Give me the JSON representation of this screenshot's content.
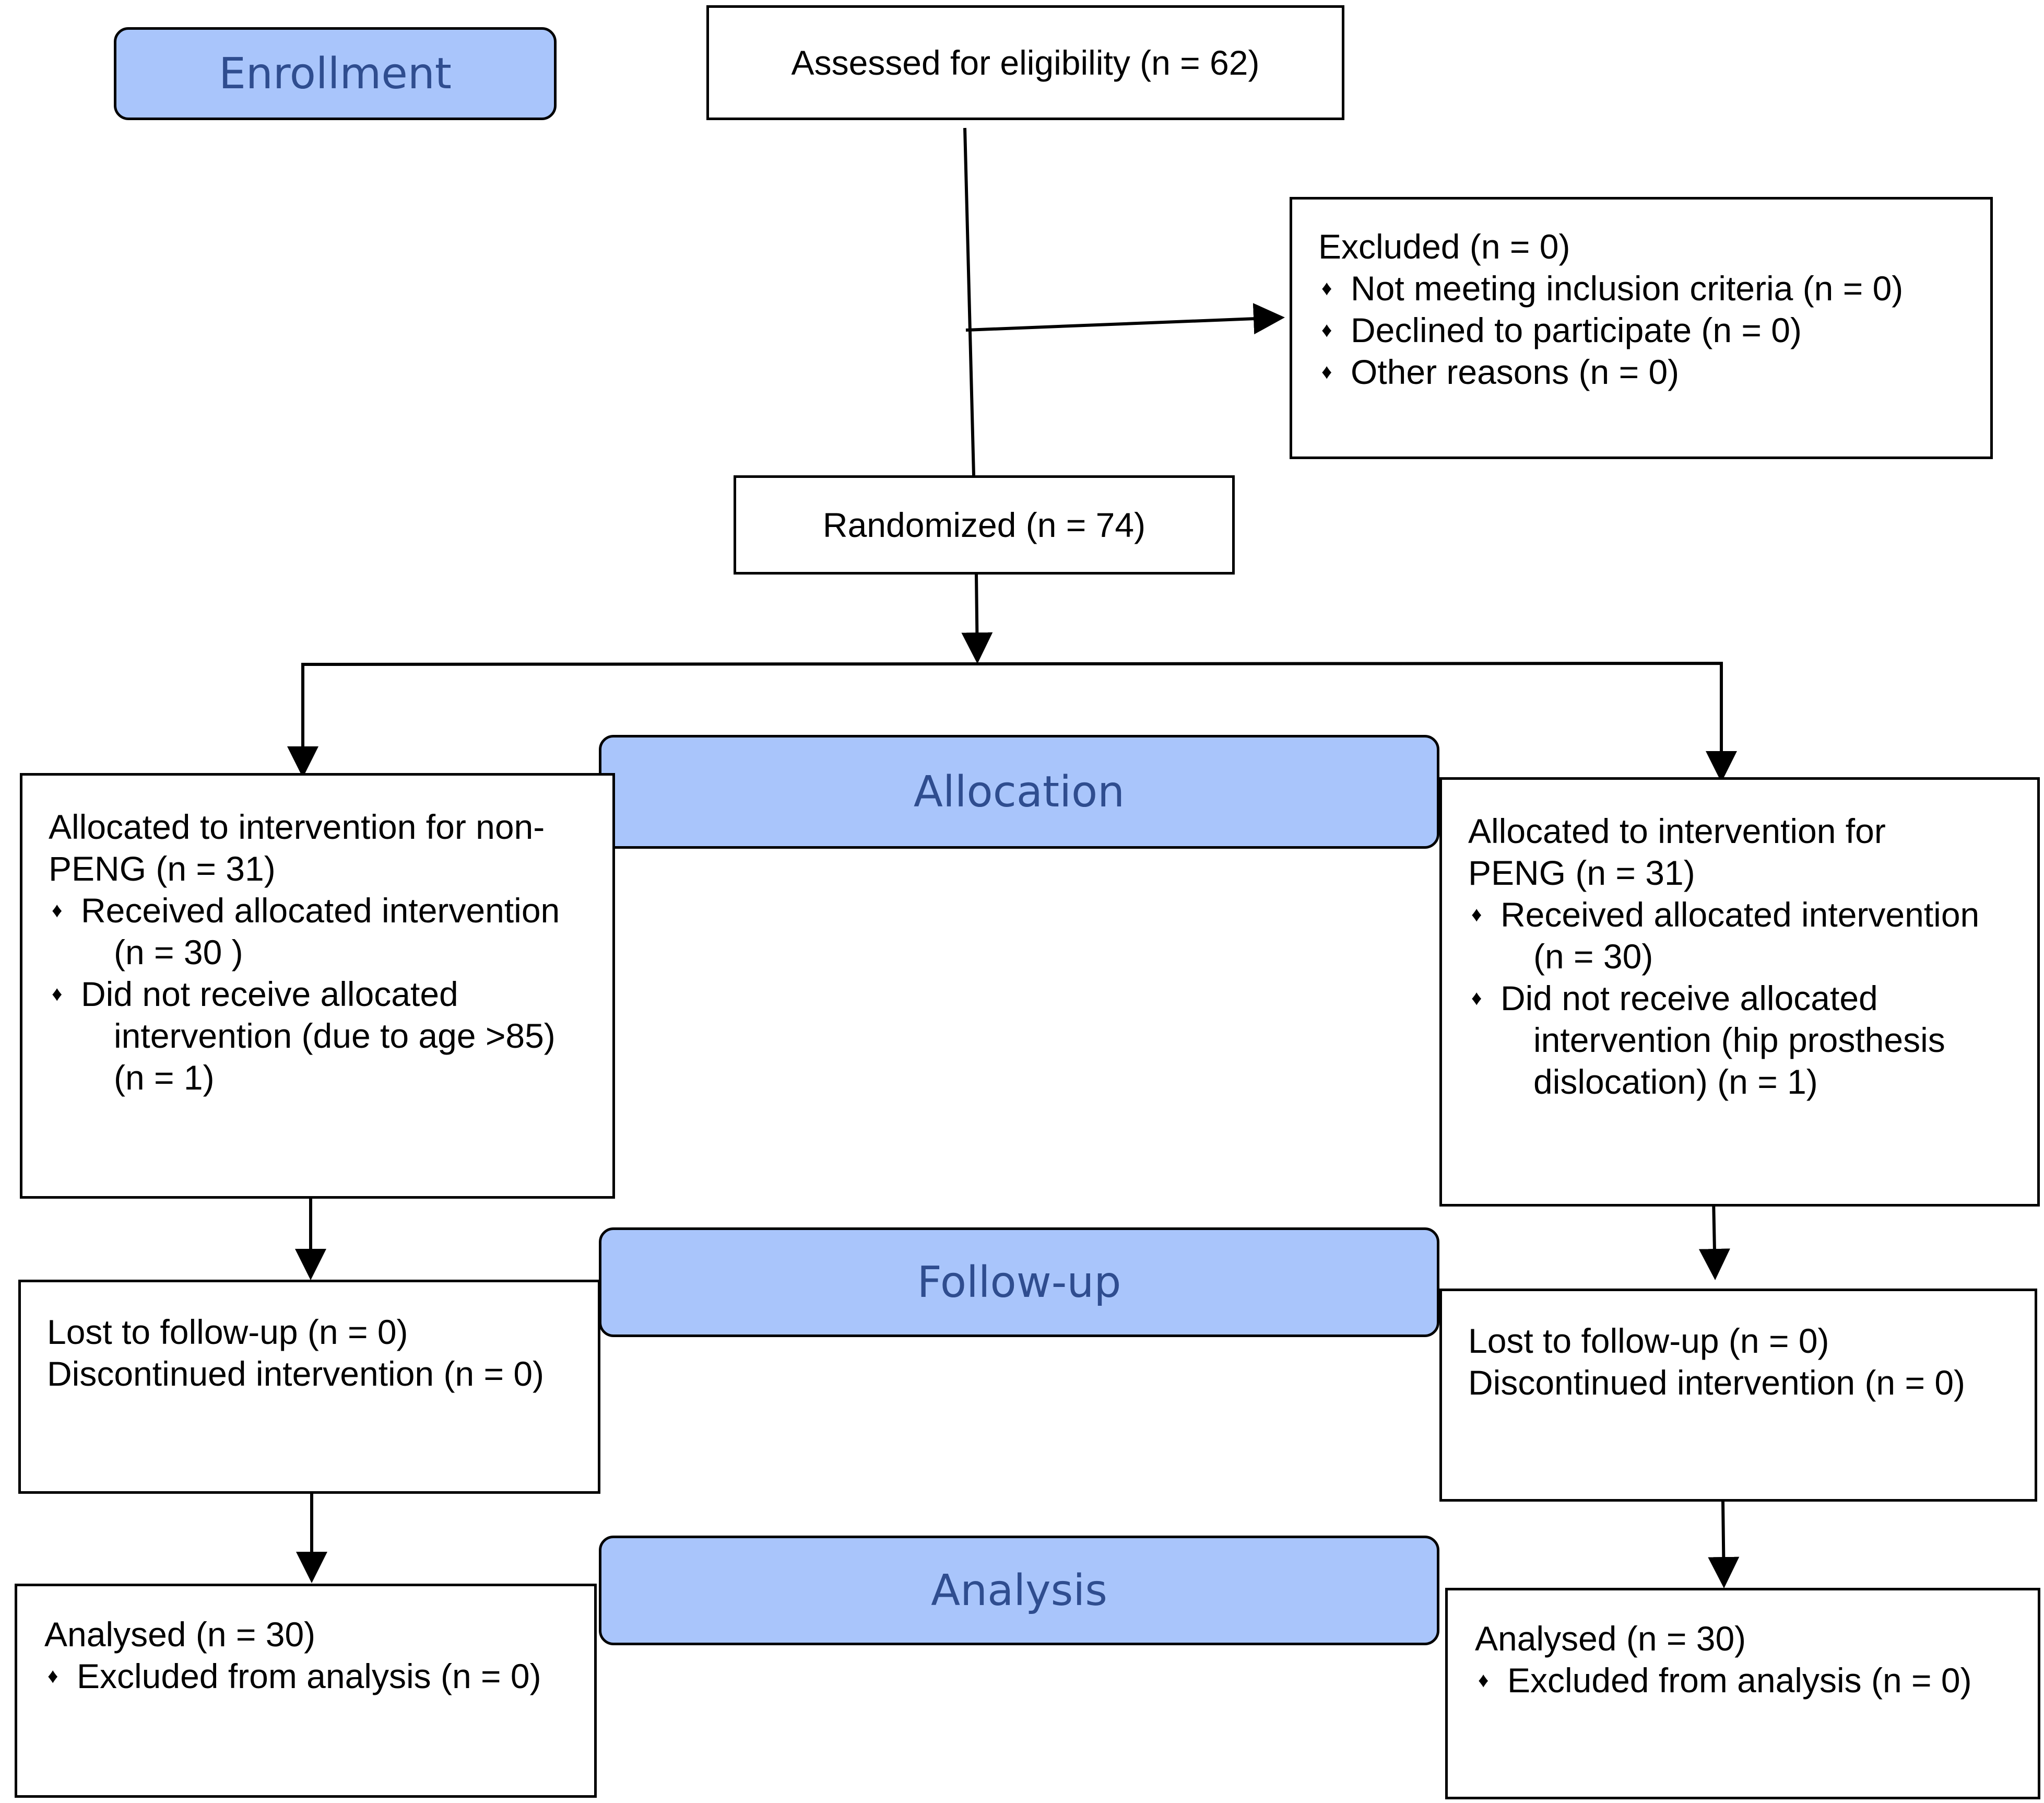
{
  "stages": {
    "enrollment": "Enrollment",
    "allocation": "Allocation",
    "follow_up": "Follow-up",
    "analysis": "Analysis"
  },
  "assessed": "Assessed for eligibility (n = 62)",
  "excluded": {
    "title": "Excluded (n = 0)",
    "items": [
      "Not meeting inclusion criteria (n = 0)",
      "Declined to participate (n = 0)",
      "Other reasons (n = 0)"
    ]
  },
  "randomized": "Randomized (n = 74)",
  "left_arm": {
    "allocation": {
      "title_lines": [
        "Allocated to intervention for non-",
        "PENG (n = 31)"
      ],
      "received": "Received allocated intervention",
      "received_count": "(n = 30 )",
      "not_received": "Did not receive allocated",
      "not_received_lines": [
        "intervention (due to age >85)",
        "(n = 1)"
      ]
    },
    "follow_up": {
      "lost": "Lost to follow-up (n = 0)",
      "discontinued": "Discontinued intervention (n = 0)"
    },
    "analysis": {
      "analysed": "Analysed (n = 30)",
      "excluded": "Excluded from analysis (n = 0)"
    }
  },
  "right_arm": {
    "allocation": {
      "title_lines": [
        "Allocated to intervention for",
        "PENG (n = 31)"
      ],
      "received": "Received allocated intervention",
      "received_count": "(n = 30)",
      "not_received": "Did not receive allocated",
      "not_received_lines": [
        "intervention (hip prosthesis",
        "dislocation) (n = 1)"
      ]
    },
    "follow_up": {
      "lost": "Lost to follow-up (n = 0)",
      "discontinued": "Discontinued intervention (n = 0)"
    },
    "analysis": {
      "analysed": "Analysed (n = 30)",
      "excluded": "Excluded from analysis (n = 0)"
    }
  },
  "colors": {
    "stage_fill": "#a9c5fb",
    "stage_text": "#2f4d8f",
    "line": "#000000"
  }
}
